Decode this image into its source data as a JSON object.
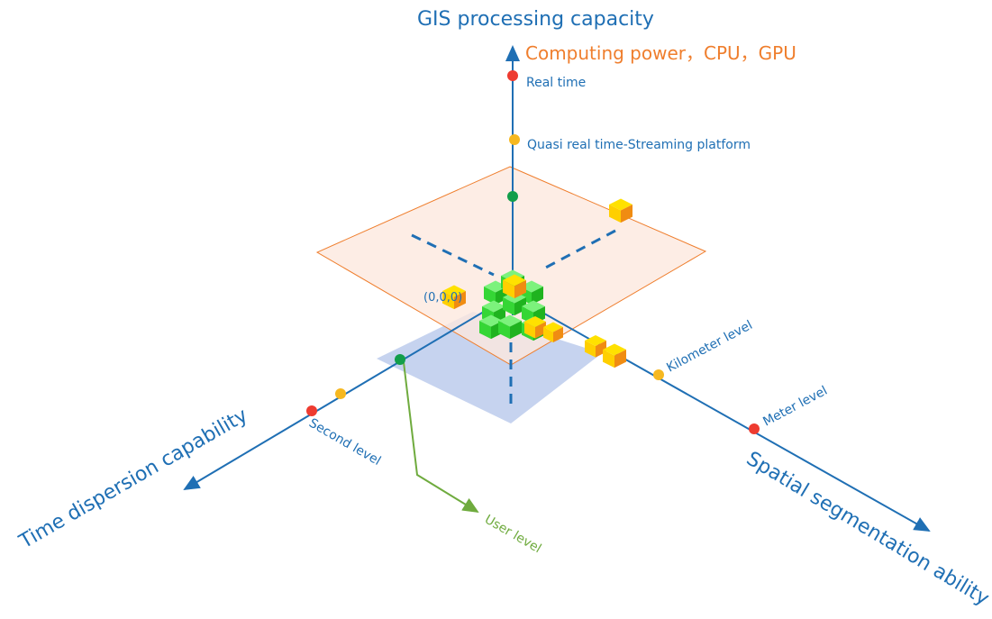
{
  "diagram": {
    "z_axis": {
      "title": "GIS processing capacity",
      "subtitle": "Computing power，CPU，GPU",
      "levels": [
        "Real time",
        "Quasi real time-Streaming platform"
      ]
    },
    "x_axis": {
      "title": "Time dispersion capability",
      "levels": [
        "Second level"
      ]
    },
    "y_axis": {
      "title": "Spatial segmentation ability",
      "levels": [
        "Kilometer level",
        "Meter level"
      ]
    },
    "user_label": "User level",
    "origin_label": "(0,0,0)",
    "colors": {
      "axis": "#1f6fb4",
      "red_point": "#ee3b30",
      "yellow_point": "#f6b820",
      "green_point": "#129e4a",
      "plane_fill": "#fde9df",
      "plane_stroke": "#ef7e2d",
      "floor_fill": "#c6d3ef",
      "user_arrow": "#6fab3e",
      "cube_green": "#35d635",
      "cube_orange_top": "#ffe100",
      "cube_orange_side": "#f08c12"
    }
  }
}
